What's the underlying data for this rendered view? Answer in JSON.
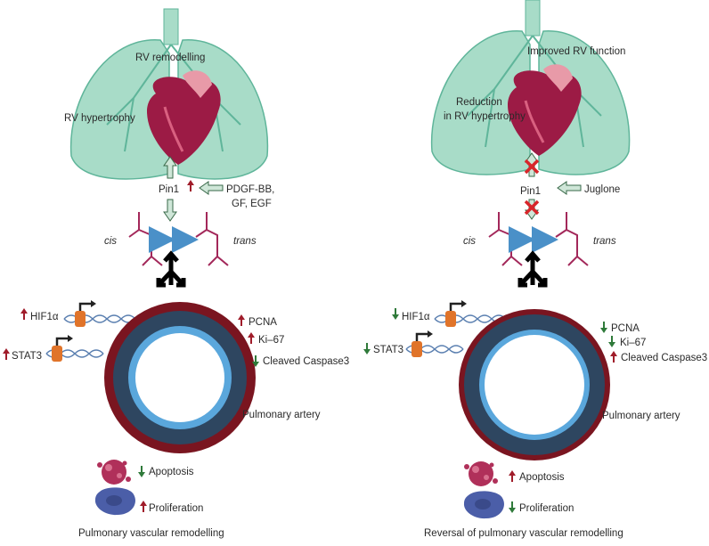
{
  "left": {
    "rv_remodelling": "RV remodelling",
    "rv_hypertrophy": "RV hypertrophy",
    "pin1": "Pin1",
    "stimuli_line1": "PDGF-BB,",
    "stimuli_line2": "GF, EGF",
    "cis": "cis",
    "trans": "trans",
    "hif1a": "HIF1α",
    "stat3": "STAT3",
    "pcna": "PCNA",
    "ki67": "Ki–67",
    "caspase": "Cleaved Caspase3",
    "artery": "Pulmonary artery",
    "apoptosis": "Apoptosis",
    "proliferation": "Proliferation",
    "caption": "Pulmonary vascular remodelling"
  },
  "right": {
    "improved": "Improved RV function",
    "reduction_line1": "Reduction",
    "reduction_line2": "in RV hypertrophy",
    "pin1": "Pin1",
    "inhibitor": "Juglone",
    "cis": "cis",
    "trans": "trans",
    "hif1a": "HIF1α",
    "stat3": "STAT3",
    "pcna": "PCNA",
    "ki67": "Ki–67",
    "caspase": "Cleaved Caspase3",
    "artery": "Pulmonary artery",
    "apoptosis": "Apoptosis",
    "proliferation": "Proliferation",
    "caption": "Reversal of pulmonary vascular remodelling"
  },
  "colors": {
    "lung": "#a8dcc8",
    "lung_edge": "#5fb59a",
    "heart": "#9c1b45",
    "vessel_outer": "#7a1520",
    "vessel_media": "#2e4660",
    "vessel_inner": "#5aa7dc",
    "up_arrow": "#a01c2a",
    "down_arrow": "#2f7a3a",
    "molecule": "#a3285a",
    "gene": "#e0742a"
  }
}
